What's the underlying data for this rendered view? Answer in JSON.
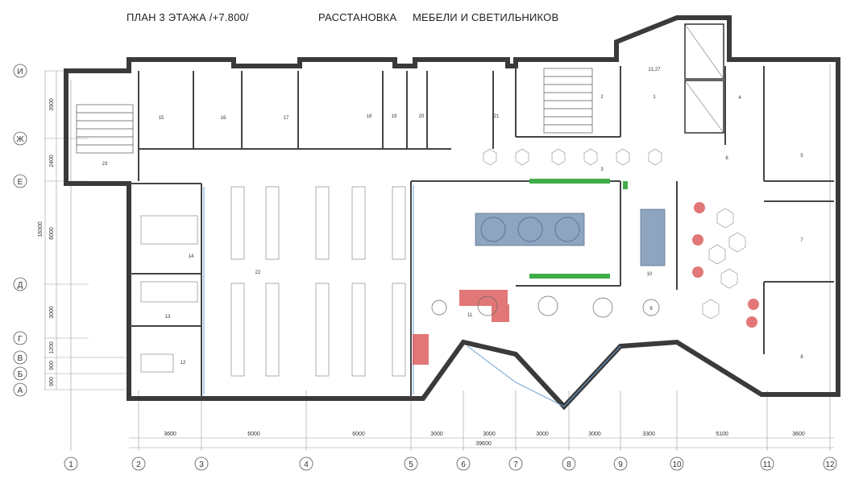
{
  "titles": {
    "plan": "ПЛАН 3 ЭТАЖА /+7.800/",
    "arrangement": "РАССТАНОВКА",
    "furniture": "МЕБЕЛИ И СВЕТИЛЬНИКОВ"
  },
  "axes_letters": [
    "И",
    "Ж",
    "Е",
    "Д",
    "Г",
    "В",
    "Б",
    "А"
  ],
  "axes_numbers": [
    "1",
    "2",
    "3",
    "4",
    "5",
    "6",
    "7",
    "8",
    "9",
    "10",
    "11",
    "12"
  ],
  "vertical_dims": [
    "3900",
    "2400",
    "18300",
    "6000",
    "3000",
    "1200",
    "900",
    "900"
  ],
  "horizontal_dims": [
    "3600",
    "6000",
    "6000",
    "3000",
    "3000",
    "3000",
    "3000",
    "3300",
    "5100",
    "3600"
  ],
  "total_dim": "39600",
  "rooms": [
    "1",
    "2",
    "3",
    "4",
    "5",
    "6",
    "7",
    "8",
    "9",
    "10",
    "11",
    "12",
    "13",
    "14",
    "15",
    "16",
    "17",
    "18",
    "19",
    "20",
    "21",
    "22",
    "23"
  ],
  "elevator_area": "21,27",
  "colors": {
    "wall": "#3a3a3a",
    "accent_red": "#d94a4a",
    "glass": "#6ea0d8",
    "planter": "#3fae49",
    "table_blue": "#8ea4bf"
  }
}
